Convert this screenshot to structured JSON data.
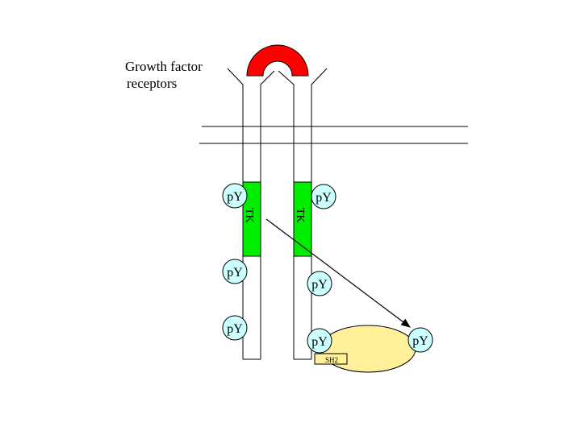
{
  "title_lines": [
    "Growth factor",
    "receptors"
  ],
  "phospho_label": "pY",
  "kinase_label": "TK",
  "sh2_label": "SH2",
  "colors": {
    "ligand": "#ff0000",
    "kinase": "#00ee00",
    "phospho_fill": "#ccffff",
    "adaptor": "#fff099",
    "sh2_fill": "#fff099",
    "stroke": "#000000"
  }
}
